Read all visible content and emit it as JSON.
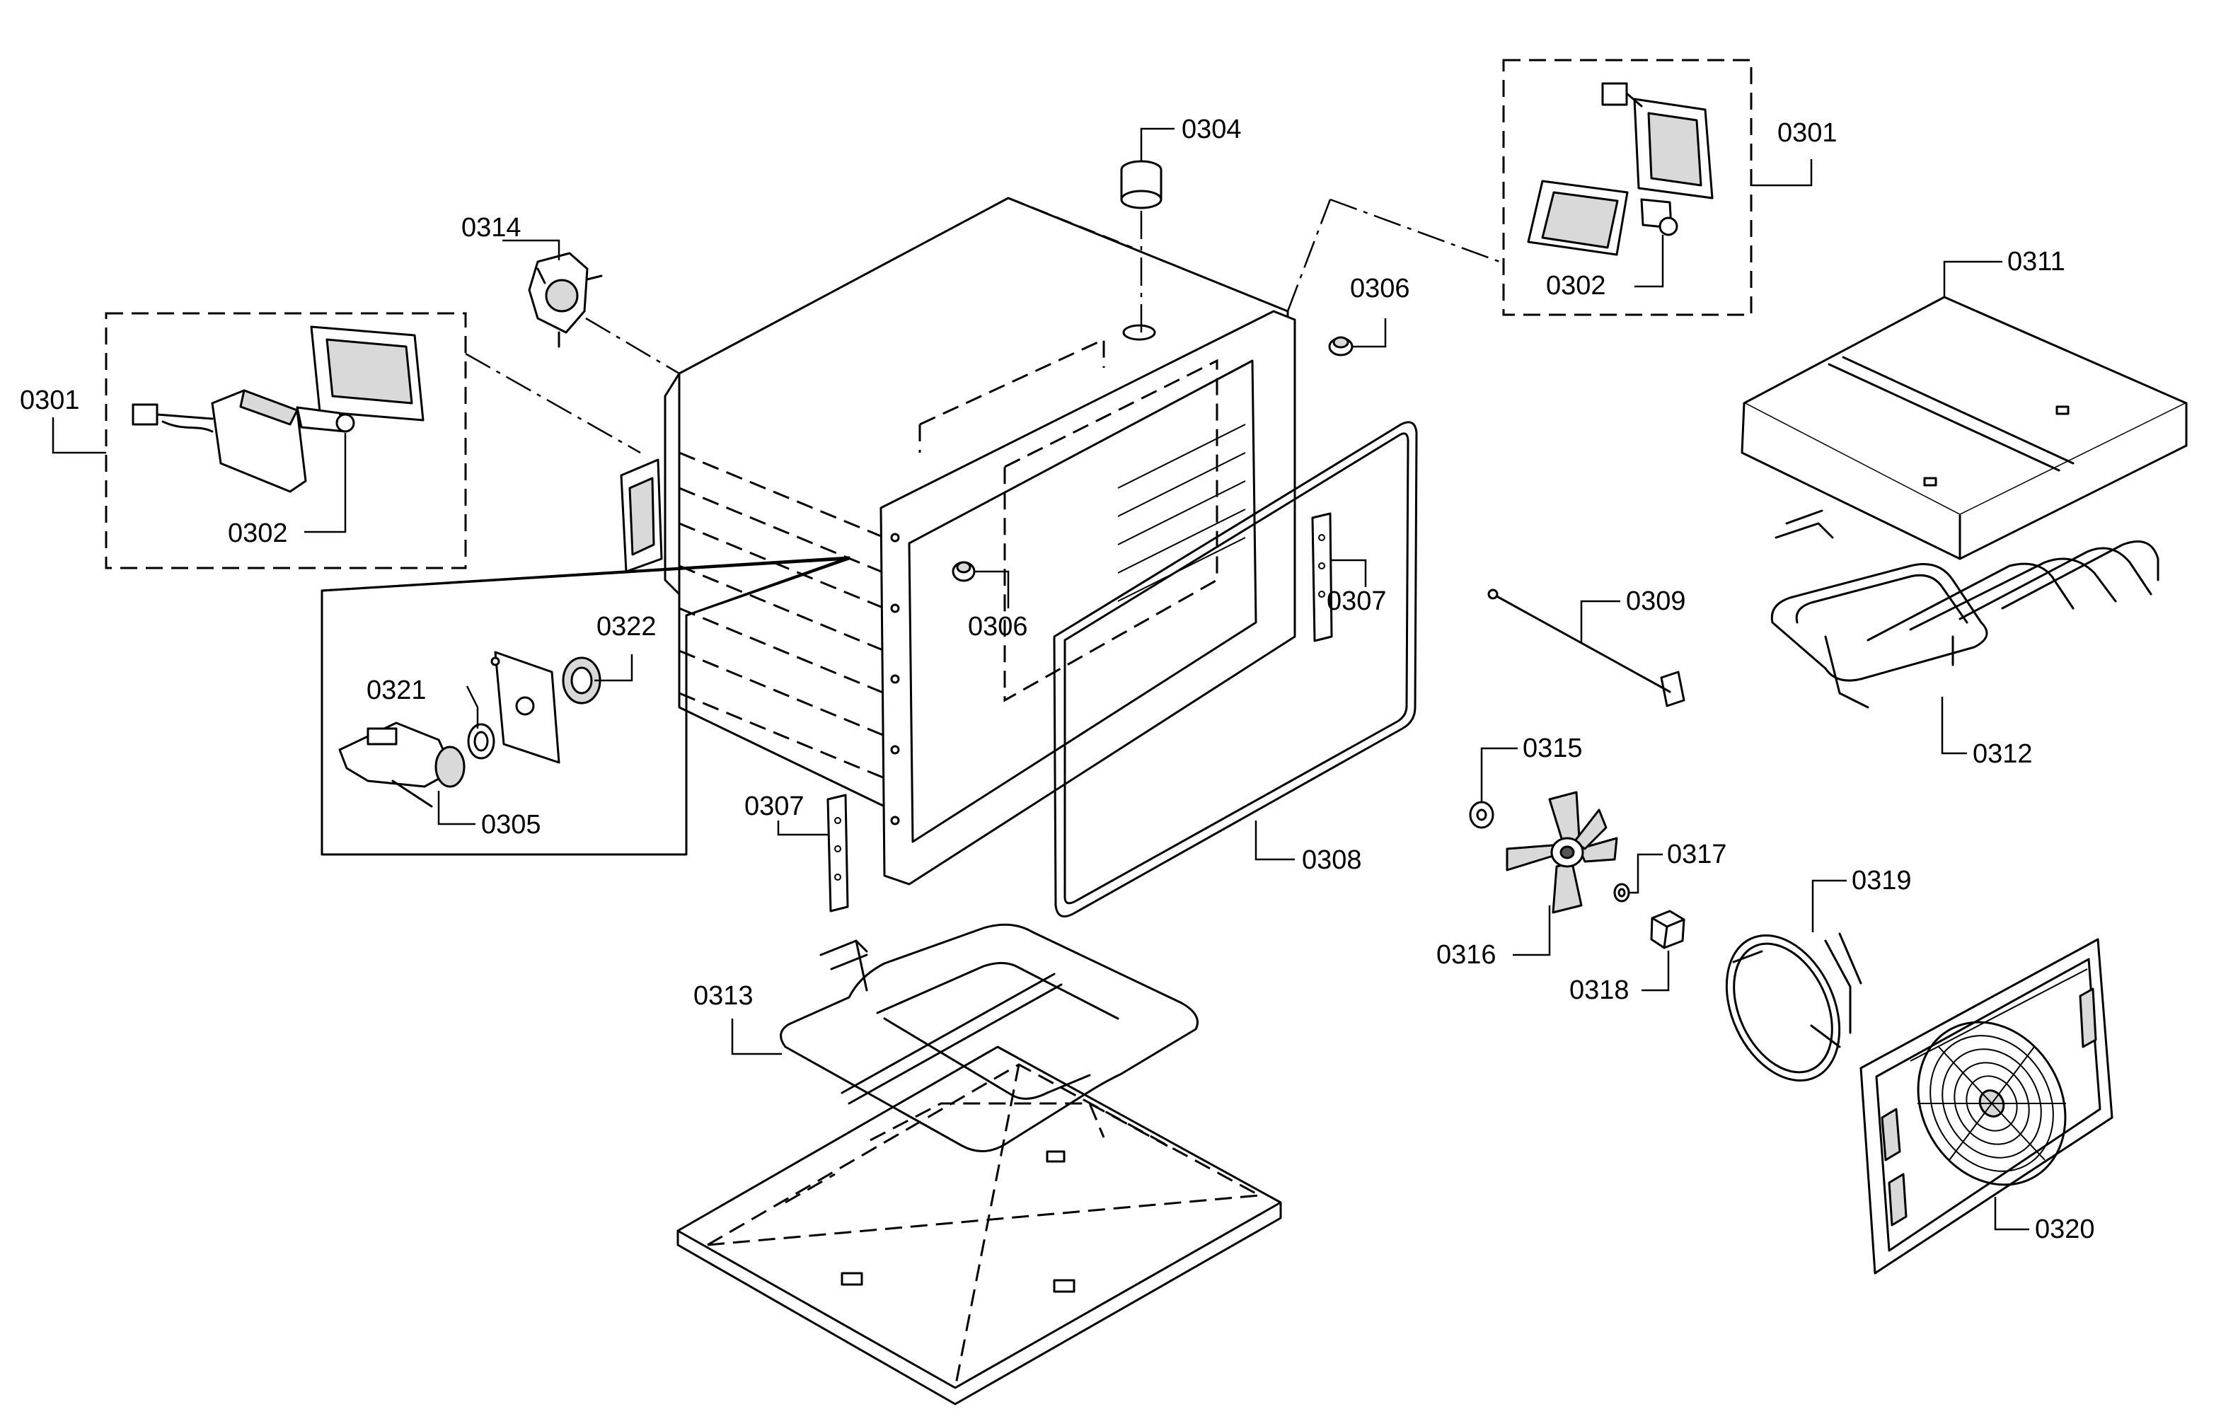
{
  "labels": {
    "p0301_left": "0301",
    "p0302_left": "0302",
    "p0314": "0314",
    "p0304": "0304",
    "p0301_right": "0301",
    "p0302_right": "0302",
    "p0306_top": "0306",
    "p0311": "0311",
    "p0322": "0322",
    "p0321": "0321",
    "p0305": "0305",
    "p0306_mid": "0306",
    "p0307_right": "0307",
    "p0309": "0309",
    "p0312": "0312",
    "p0307_left": "0307",
    "p0308": "0308",
    "p0315": "0315",
    "p0317": "0317",
    "p0319": "0319",
    "p0316": "0316",
    "p0318": "0318",
    "p0313": "0313",
    "p0320": "0320"
  },
  "colors": {
    "line": "#000000",
    "background": "#ffffff",
    "shade": "#d9d9d9"
  }
}
